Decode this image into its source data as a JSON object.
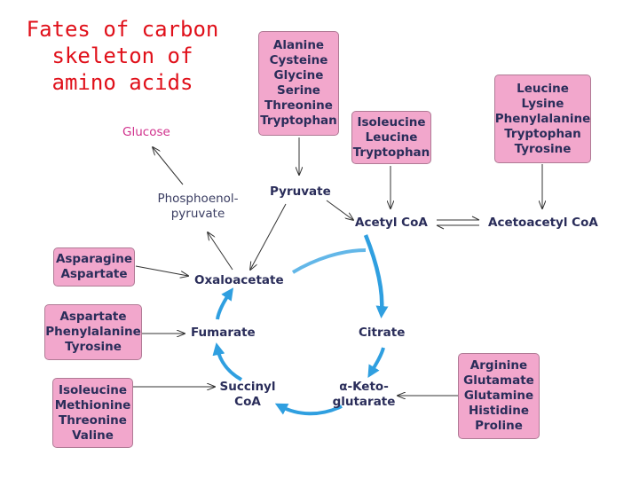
{
  "title": {
    "lines": [
      "Fates of carbon",
      "skeleton of",
      "amino acids"
    ]
  },
  "boxes": {
    "pyruvate_aas": [
      "Alanine",
      "Cysteine",
      "Glycine",
      "Serine",
      "Threonine",
      "Tryptophan"
    ],
    "acetylcoa_aas": [
      "Isoleucine",
      "Leucine",
      "Tryptophan"
    ],
    "acetoacetyl_aas": [
      "Leucine",
      "Lysine",
      "Phenylalanine",
      "Tryptophan",
      "Tyrosine"
    ],
    "oxaloacetate_aas": [
      "Asparagine",
      "Aspartate"
    ],
    "fumarate_aas": [
      "Aspartate",
      "Phenylalanine",
      "Tyrosine"
    ],
    "succinyl_aas": [
      "Isoleucine",
      "Methionine",
      "Threonine",
      "Valine"
    ],
    "ketoglutarate_aas": [
      "Arginine",
      "Glutamate",
      "Glutamine",
      "Histidine",
      "Proline"
    ]
  },
  "nodes": {
    "glucose": "Glucose",
    "pep_line1": "Phosphoenol-",
    "pep_line2": "pyruvate",
    "pyruvate": "Pyruvate",
    "acetyl_coa": "Acetyl CoA",
    "acetoacetyl_coa": "Acetoacetyl CoA",
    "oxaloacetate": "Oxaloacetate",
    "citrate": "Citrate",
    "fumarate": "Fumarate",
    "succinyl_line1": "Succinyl",
    "succinyl_line2": "CoA",
    "ketoglutarate_line1": "α-Keto-",
    "ketoglutarate_line2": "glutarate"
  },
  "colors": {
    "title": "#e0101a",
    "box_fill": "#f2a7cc",
    "node_text": "#2a2d5a",
    "glucose_text": "#d0308c",
    "cycle_arrow": "#2f9fe0"
  }
}
